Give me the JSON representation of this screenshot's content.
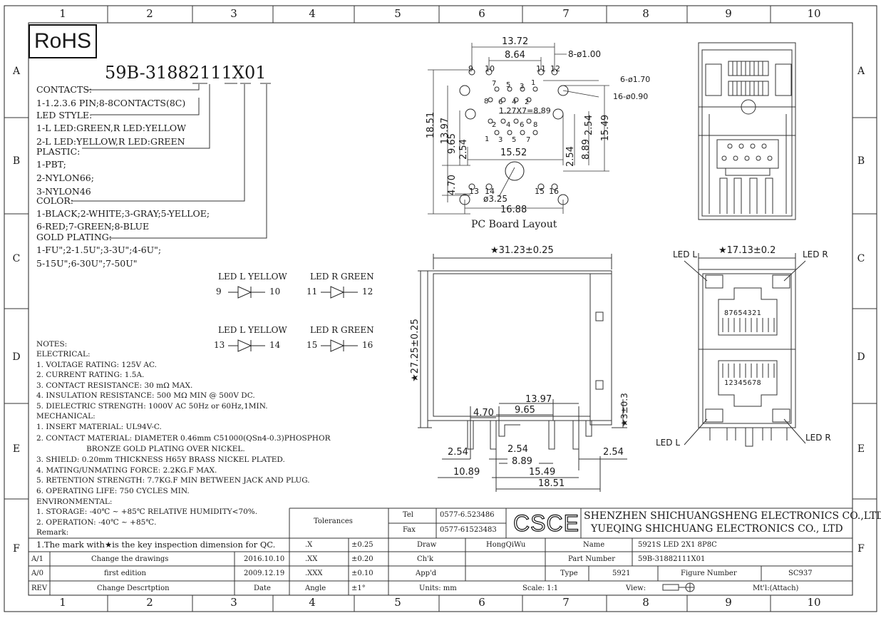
{
  "zones": {
    "columns": [
      "1",
      "2",
      "3",
      "4",
      "5",
      "6",
      "7",
      "8",
      "9",
      "10"
    ],
    "rows": [
      "A",
      "B",
      "C",
      "D",
      "E",
      "F"
    ]
  },
  "rohs_label": "RoHS",
  "part_code": "59B-31882111X01",
  "options": {
    "contacts_heading": "CONTACTS:",
    "contacts_value": "1-1.2.3.6 PIN;8-8CONTACTS(8C)",
    "led_heading": "LED STYLE:",
    "led_1": "1-L LED:GREEN,R LED:YELLOW",
    "led_2": "2-L LED:YELLOW,R LED:GREEN",
    "plastic_heading": "PLASTIC:",
    "plastic_1": "1-PBT;",
    "plastic_2": "2-NYLON66;",
    "plastic_3": "3-NYLON46",
    "color_heading": "COLOR:",
    "color_1": "1-BLACK;2-WHITE;3-GRAY;5-YELLOE;",
    "color_2": "6-RED;7-GREEN;8-BLUE",
    "gold_heading": "GOLD PLATING:",
    "gold_1": "1-FU\";2-1.5U\";3-3U\";4-6U\";",
    "gold_2": "5-15U\";6-30U\";7-50U\""
  },
  "led_schematic": {
    "ledl_1": "LED L YELLOW",
    "ledl_1_a": "9",
    "ledl_1_k": "10",
    "ledr_1": "LED R GREEN",
    "ledr_1_a": "11",
    "ledr_1_k": "12",
    "ledl_2": "LED L YELLOW",
    "ledl_2_a": "13",
    "ledl_2_k": "14",
    "ledr_2": "LED R GREEN",
    "ledr_2_a": "15",
    "ledr_2_k": "16"
  },
  "notes": [
    "NOTES:",
    "ELECTRICAL:",
    "1. VOLTAGE RATING: 125V AC.",
    "2. CURRENT RATING: 1.5A.",
    "3. CONTACT RESISTANCE: 30 mΩ MAX.",
    "4. INSULATION RESISTANCE: 500 MΩ MIN @ 500V DC.",
    "5. DIELECTRIC STRENGTH: 1000V AC 50Hz or 60Hz,1MIN.",
    "MECHANICAL:",
    "1. INSERT MATERIAL: UL94V-C.",
    "2. CONTACT MATERIAL: DIAMETER 0.46mm C51000(QSn4-0.3)PHOSPHOR",
    "                     BRONZE GOLD PLATING OVER NICKEL.",
    "3. SHIELD: 0.20mm THICKNESS H65Y BRASS NICKEL PLATED.",
    "4. MATING/UNMATING FORCE: 2.2KG.F MAX.",
    "5. RETENTION STRENGTH: 7.7KG.F MIN BETWEEN JACK AND PLUG.",
    "6. OPERATING LIFE: 750 CYCLES MIN.",
    "ENVIRONMENTAL:",
    "1. STORAGE: -40℃ ~ +85℃ RELATIVE HUMIDITY<70%.",
    "2. OPERATION: -40℃ ~ +85℃.",
    "Remark:",
    "1.The mark with★is the key inspection dimension for QC."
  ],
  "pcb": {
    "caption": "PC Board Layout",
    "d_1372": "13.72",
    "d_864": "8.64",
    "d_holes8": "8-ø1.00",
    "d_holes6": "6-ø1.70",
    "d_holes16": "16-ø0.90",
    "d_127x7": "1.27X7=8.89",
    "d_1851": "18.51",
    "d_1397": "13.97",
    "d_965": "9.65",
    "d_254a": "2.54",
    "d_254b": "2.54",
    "d_889": "8.89",
    "d_1549": "15.49",
    "d_254c": "2.54",
    "d_1552": "15.52",
    "d_470": "4.70",
    "d_325": "ø3.25",
    "d_1688": "16.88",
    "pin_9": "9",
    "pin_10": "10",
    "pin_11": "11",
    "pin_12": "12",
    "pin_13": "13",
    "pin_14": "14",
    "pin_15": "15",
    "pin_16": "16",
    "pt_7": "7",
    "pt_5": "5",
    "pt_3": "3",
    "pt_1": "1",
    "pt_8": "8",
    "pt_6": "6",
    "pt_4": "4",
    "pt_2": "2",
    "pb_2": "2",
    "pb_4": "4",
    "pb_6": "6",
    "pb_8": "8",
    "pb_1": "1",
    "pb_3": "3",
    "pb_5": "5",
    "pb_7": "7"
  },
  "side_view": {
    "d_width": "★31.23±0.25",
    "d_height": "★27.25±0.25",
    "d_3": "★3±0.3",
    "d_1397": "13.97",
    "d_470": "4.70",
    "d_965": "9.65",
    "d_254l": "2.54",
    "d_254m": "2.54",
    "d_254r": "2.54",
    "d_889": "8.89",
    "d_1089": "10.89",
    "d_1549": "15.49",
    "d_1851": "18.51"
  },
  "front_view": {
    "d_width": "★17.13±0.2",
    "led_l_top": "LED L",
    "led_r_top": "LED R",
    "led_l_bottom": "LED L",
    "led_r_bottom": "LED R",
    "pins_top": "87654321",
    "pins_bottom": "12345678"
  },
  "title_block": {
    "tolerances": "Tolerances",
    "tol_rows": [
      {
        "k": ".X",
        "v": "±0.25"
      },
      {
        "k": ".XX",
        "v": "±0.20"
      },
      {
        "k": ".XXX",
        "v": "±0.10"
      },
      {
        "k": "Angle",
        "v": "±1°"
      }
    ],
    "tel_label": "Tel",
    "tel_value": "0577-6.523486",
    "fax_label": "Fax",
    "fax_value": "0577-61523483",
    "logo": "CSCE",
    "company_1": "SHENZHEN SHICHUANGSHENG ELECTRONICS CO.,LTD",
    "company_2": "YUEQING SHICHUANG ELECTRONICS CO., LTD",
    "draw_label": "Draw",
    "draw_value": "HongQiWu",
    "check_label": "Ch'k",
    "approve_label": "App'd",
    "name_label": "Name",
    "name_value": "5921S LED 2X1 8P8C",
    "partno_label": "Part Number",
    "partno_value": "59B-31882111X01",
    "type_label": "Type",
    "type_value": "5921",
    "figure_label": "Figure Number",
    "figure_value": "SC937",
    "units_label": "Units: mm",
    "scale_label": "Scale: 1:1",
    "view_label": "View:",
    "mtl_label": "Mt'l:(Attach)",
    "revisions": [
      {
        "rev": "A/1",
        "desc": "Change the drawings",
        "date": "2016.10.10"
      },
      {
        "rev": "A/0",
        "desc": "first edition",
        "date": "2009.12.19"
      }
    ],
    "rev_header": "REV",
    "desc_header": "Change Descrtption",
    "date_header": "Date"
  }
}
